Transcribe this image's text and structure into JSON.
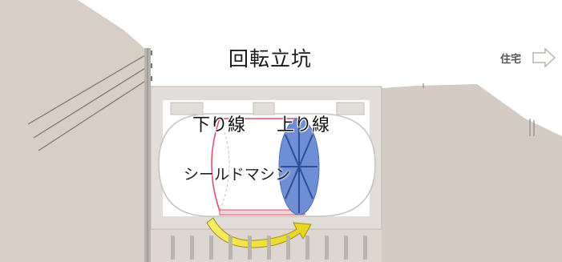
{
  "labels": {
    "title": "回転立坑",
    "house": "住宅",
    "down_line": "下り線",
    "up_line": "上り線",
    "machine": "シールドマシン"
  },
  "icons": [
    "right-arrow-icon",
    "rotation-arrow-icon"
  ],
  "colors": {
    "ground": "#d7cec5",
    "shaft_wall": "#e2ddd8",
    "machine_outline": "#d9536a",
    "cutter_face": "#6e8fd3",
    "rotation_arrow": "#f1e23a"
  }
}
